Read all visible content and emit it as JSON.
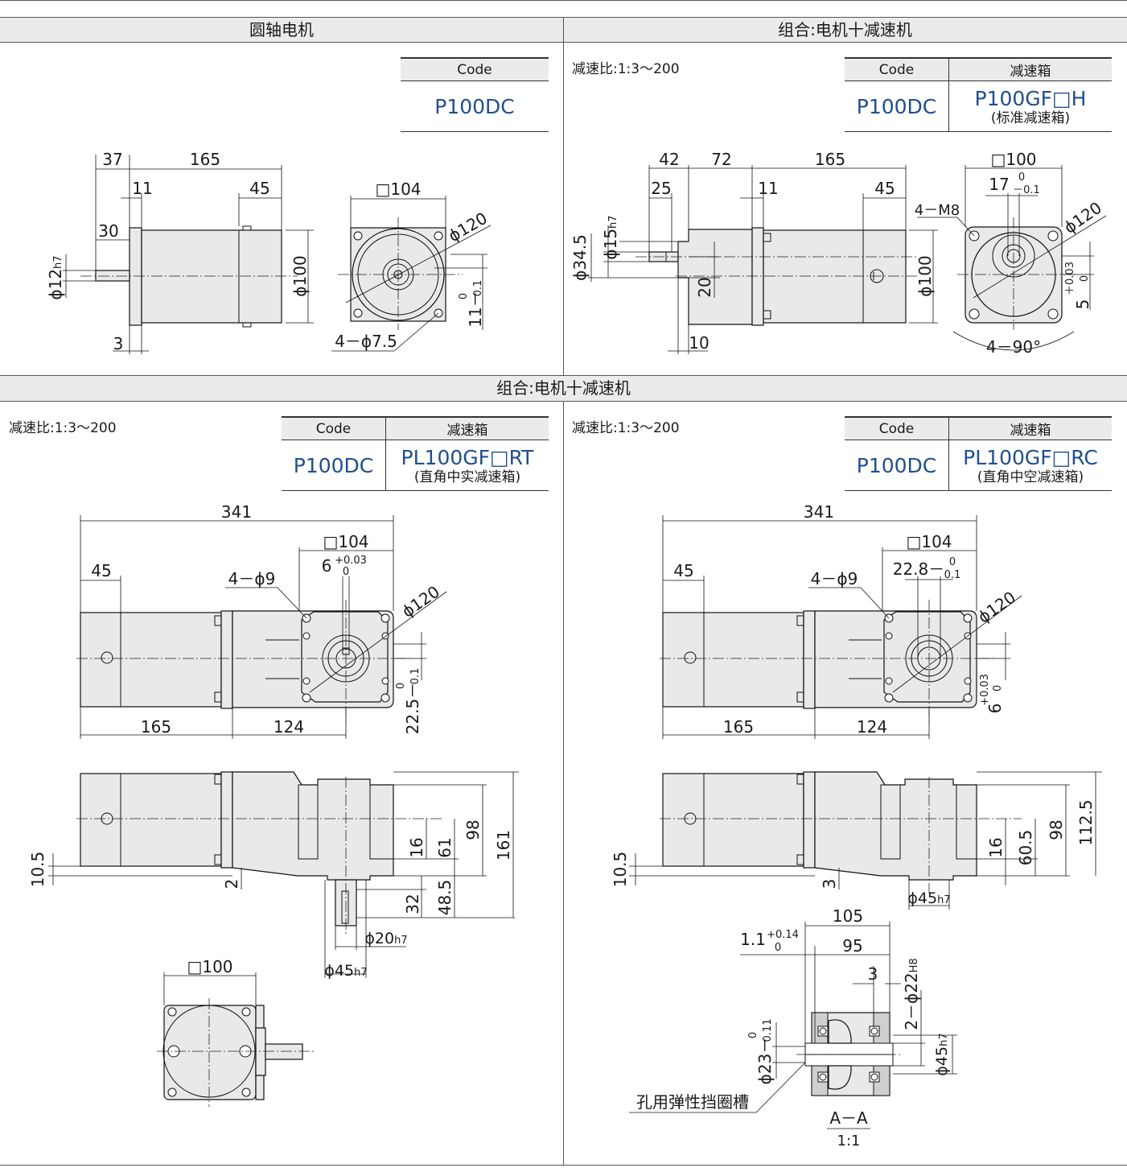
{
  "sections": {
    "top_left_title": "圆轴电机",
    "top_right_title": "组合:电机十减速机",
    "bottom_title": "组合:电机十减速机"
  },
  "ratio_label": "减速比:1:3～200",
  "table_headers": {
    "code": "Code",
    "gearbox": "减速箱"
  },
  "panels": {
    "p1": {
      "code": "P100DC"
    },
    "p2": {
      "code": "P100DC",
      "gearbox": "P100GF□H",
      "gearbox_note": "(标准减速箱)"
    },
    "p3": {
      "code": "P100DC",
      "gearbox": "PL100GF□RT",
      "gearbox_note": "(直角中实减速箱)"
    },
    "p4": {
      "code": "P100DC",
      "gearbox": "PL100GF□RC",
      "gearbox_note": "(直角中空减速箱)"
    }
  },
  "dims": {
    "p1": {
      "d37": "37",
      "d165": "165",
      "d11": "11",
      "d45": "45",
      "d30": "30",
      "phi12": "ϕ12",
      "h7": "h7",
      "phi100": "ϕ100",
      "d3": "3",
      "sq104": "□104",
      "phi120": "ϕ120",
      "holes": "4－ϕ7.5",
      "d11tol": "11－",
      "tol0": "0",
      "tol01": "0.1"
    },
    "p2": {
      "d42": "42",
      "d72": "72",
      "d165": "165",
      "d25": "25",
      "d11": "11",
      "d45": "45",
      "phi15": "ϕ15",
      "h7": "h7",
      "phi345": "ϕ34.5",
      "d20": "20",
      "d10": "10",
      "phi100": "ϕ100",
      "sq100": "□100",
      "d17": "17",
      "tol0": "0",
      "tolm01": "－0.1",
      "m8": "4－M8",
      "phi120": "ϕ120",
      "d5": "5",
      "tolp003": "＋0.03",
      "tol00": "0",
      "deg": "4－90°"
    },
    "p3": {
      "d341": "341",
      "sq104": "□104",
      "d6": "6",
      "tolp": "+0.03",
      "tol0": "0",
      "d45": "45",
      "holes": "4－ϕ9",
      "phi120": "ϕ120",
      "d225": "22.5－",
      "tol0b": "0",
      "tol01": "0.1",
      "d165": "165",
      "d124": "124",
      "d16": "16",
      "d61": "61",
      "d98": "98",
      "d161": "161",
      "d105": "10.5",
      "d2": "2",
      "d32": "32",
      "d485": "48.5",
      "phi20": "ϕ20",
      "phi45": "ϕ45",
      "h7": "h7",
      "sq100": "□100"
    },
    "p4": {
      "d341": "341",
      "sq104": "□104",
      "d228": "22.8－",
      "tol0": "0",
      "tol01": "0.1",
      "d45": "45",
      "holes": "4－ϕ9",
      "phi120": "ϕ120",
      "d6": "6",
      "tolp": "+0.03",
      "tol0b": "0",
      "d165": "165",
      "d124": "124",
      "d16": "16",
      "d605": "60.5",
      "d98": "98",
      "d1125": "112.5",
      "d105": "10.5",
      "d3": "3",
      "phi45": "ϕ45",
      "h7": "h7",
      "d105b": "105",
      "d95": "95",
      "d11": "1.1",
      "tolp014": "+0.14",
      "tol0c": "0",
      "d3b": "3",
      "phi22": "2－ϕ22",
      "h8": "H8",
      "phi23": "ϕ23－",
      "tol0d": "0",
      "tol011": "0.11",
      "retainer": "孔用弹性挡圈槽",
      "section": "A－A",
      "scale": "1:1"
    }
  }
}
